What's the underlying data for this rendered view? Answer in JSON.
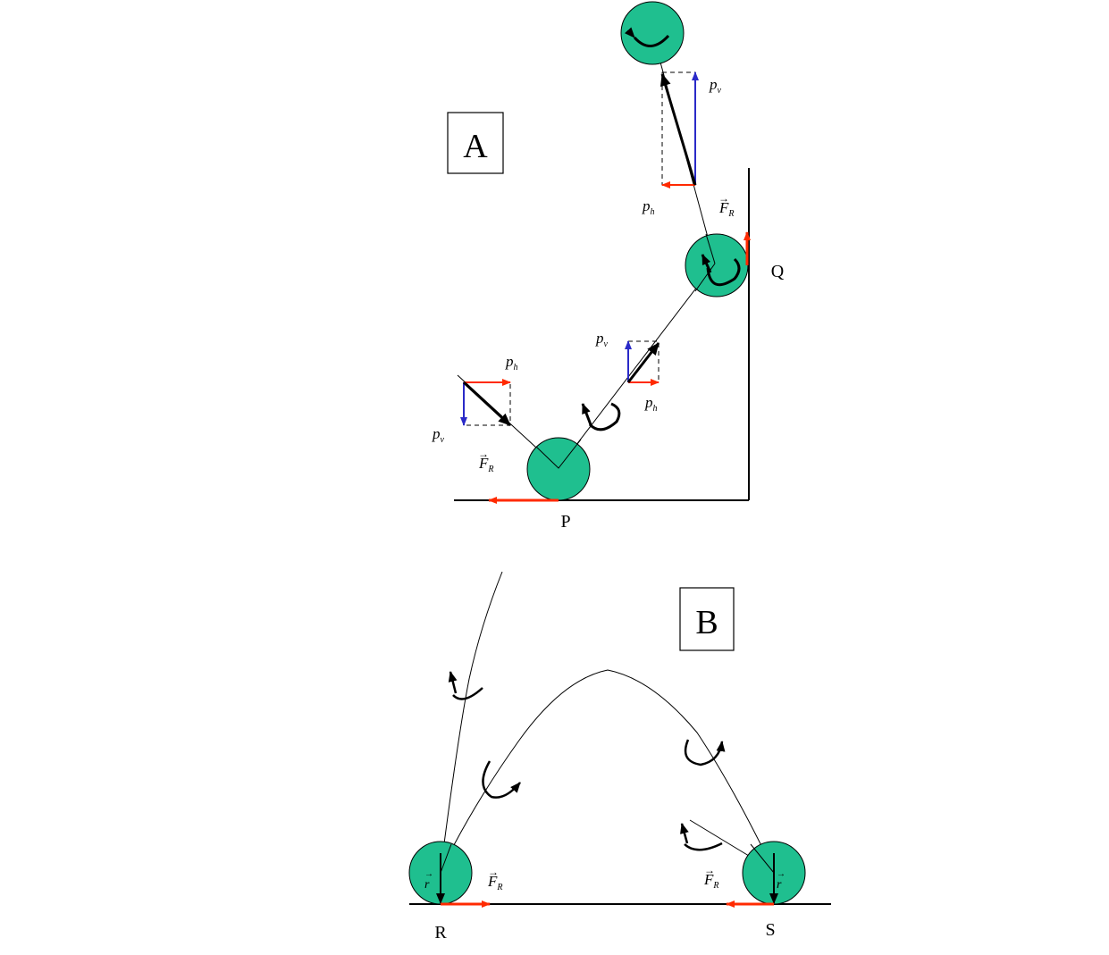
{
  "colors": {
    "ball": "#1fbf8f",
    "horizontal_arrow": "#ff2a00",
    "vertical_arrow": "#2a2ac8",
    "ink": "#000000"
  },
  "panel_a": {
    "title": "A",
    "points": {
      "p": "P",
      "q": "Q"
    },
    "labels": {
      "ph": "p",
      "ph_sub": "h",
      "pv": "p",
      "pv_sub": "v",
      "fr": "F",
      "fr_sub": "R",
      "fr_vec": "→"
    }
  },
  "panel_b": {
    "title": "B",
    "points": {
      "r": "R",
      "s": "S"
    },
    "labels": {
      "fr": "F",
      "fr_sub": "R",
      "fr_vec": "→",
      "r_vec": "r",
      "r_arrow": "→"
    }
  }
}
